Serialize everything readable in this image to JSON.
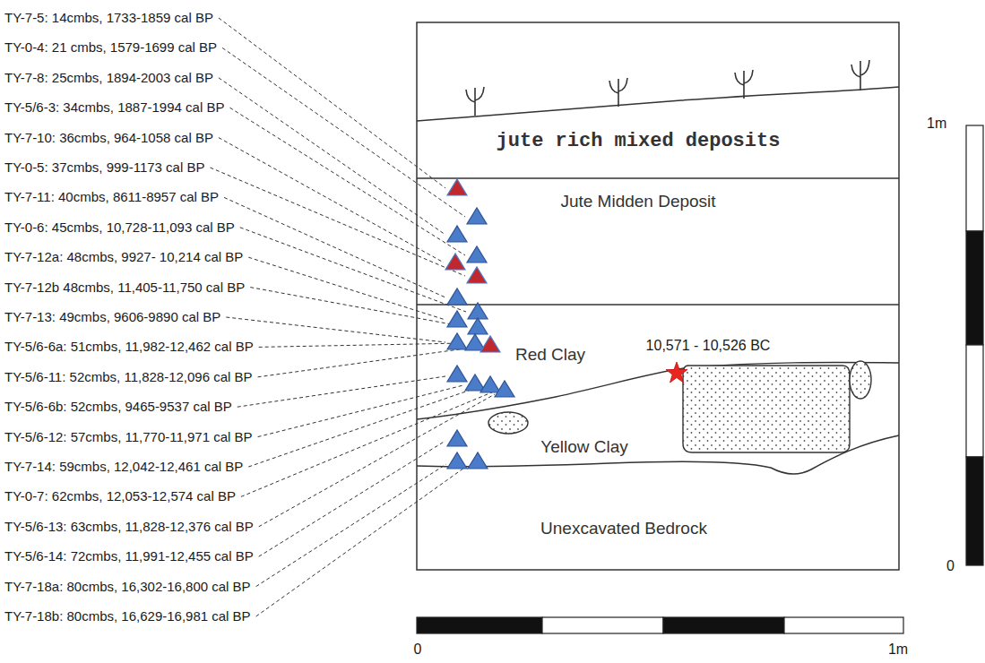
{
  "diagram": {
    "nodes": [
      {
        "text": [
          "jute rich mixed deposits"
        ]
      },
      {
        "text": [
          "Jute Midden Deposit"
        ]
      },
      {
        "text": [
          "Red Clay"
        ]
      },
      {
        "text": [
          "Yellow Clay"
        ]
      },
      {
        "text": [
          "Unexcavated Bedrock"
        ]
      }
    ],
    "labels": [
      "TY-7-5: 14cmbs, 1733-1859 cal BP",
      "TY-0-4: 21 cmbs, 1579-1699 cal BP",
      "TY-7-8: 25cmbs, 1894-2003 cal BP",
      "TY-5/6-3: 34cmbs, 1887-1994 cal BP",
      "TY-7-10: 36cmbs, 964-1058 cal BP",
      "TY-0-5: 37cmbs, 999-1173 cal BP",
      "TY-7-11: 40cmbs, 8611-8957 cal BP",
      "TY-0-6: 45cmbs, 10,728-11,093 cal BP",
      "TY-7-12a: 48cmbs, 9927- 10,214 cal BP",
      "TY-7-12b 48cmbs, 11,405-11,750 cal BP",
      "TY-7-13: 49cmbs, 9606-9890 cal BP",
      "TY-5/6-6a: 51cmbs, 11,982-12,462 cal BP",
      "TY-5/6-11: 52cmbs, 11,828-12,096 cal BP",
      "TY-5/6-6b: 52cmbs, 9465-9537 cal BP",
      "TY-5/6-12: 57cmbs, 11,770-11,971 cal BP",
      "TY-7-14: 59cmbs, 12,042-12,461 cal BP",
      "TY-0-7: 62cmbs, 12,053-12,574 cal BP",
      "TY-5/6-13: 63cmbs, 11,828-12,376 cal BP",
      "TY-5/6-14: 72cmbs, 11,991-12,455 cal BP",
      "TY-7-18a: 80cmbs, 16,302-16,800 cal BP",
      "TY-7-18b: 80cmbs, 16,629-16,981 cal BP",
      "10,571 - 10,526 BC",
      "1m",
      "0",
      "0",
      "1m"
    ]
  }
}
